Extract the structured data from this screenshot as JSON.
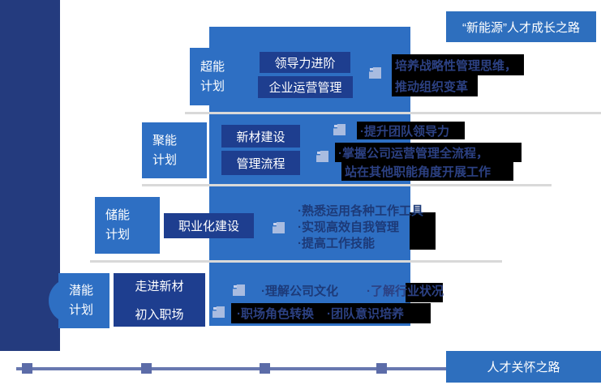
{
  "header": {
    "title": "“新能源”人才成长之路"
  },
  "footer": {
    "label": "人才关怀之路"
  },
  "rows": [
    {
      "plan": [
        "超能",
        "计划"
      ],
      "courses": [
        "领导力进阶",
        "企业运营管理"
      ],
      "outcomes": [
        "培养战略性管理思维，",
        "推动组织变革"
      ]
    },
    {
      "plan": [
        "聚能",
        "计划"
      ],
      "courses": [
        "新材建设",
        "管理流程"
      ],
      "outcomes": [
        "·提升团队领导力",
        "·掌握公司运营管理全流程，",
        "站在其他职能角度开展工作"
      ]
    },
    {
      "plan": [
        "储能",
        "计划"
      ],
      "courses": [
        "职业化建设"
      ],
      "outcomes": [
        "·熟悉运用各种工作工具",
        "·实现高效自我管理",
        "·提高工作技能"
      ]
    },
    {
      "plan": [
        "潜能",
        "计划"
      ],
      "courses": [
        "走进新材",
        "初入职场"
      ],
      "outcomes": [
        "·理解公司文化",
        "·了解行业状况",
        "·职场角色转换",
        "·团队意识培养"
      ]
    }
  ],
  "icons": {
    "bullet": "building-icon"
  },
  "colors": {
    "primary_blue": "#2e6fc3",
    "dark_navy_box": "#1e3e8f",
    "left_bar": "#243b7e",
    "banner_blue": "#2e6fbe",
    "divider_gray": "#d9d9d9",
    "timeline_line": "#6878b0",
    "timeline_marker": "#5c6ca8",
    "icon_light_blue": "#a9bce0",
    "highlight_bg": "#000000",
    "highlight_text": "#2c4183",
    "on_blue_text": "#1d3a78"
  }
}
